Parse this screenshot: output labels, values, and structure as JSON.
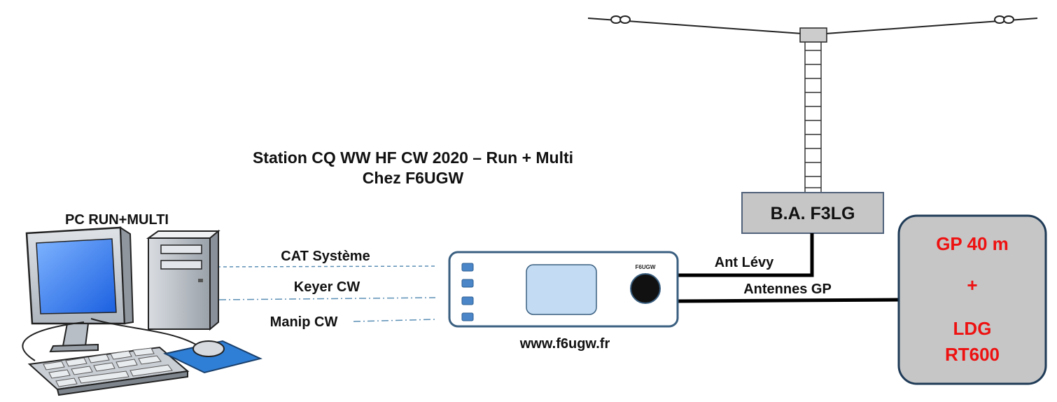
{
  "title": {
    "line1": "Station CQ WW HF CW 2020 – Run + Multi",
    "line2": "Chez F6UGW"
  },
  "pc": {
    "label": "PC RUN+MULTI"
  },
  "links": {
    "cat": "CAT Système",
    "keyer": "Keyer CW",
    "manip": "Manip CW",
    "ant_levy": "Ant Lévy",
    "antennes_gp": "Antennes GP"
  },
  "radio": {
    "brand": "F6UGW",
    "url": "www.f6ugw.fr"
  },
  "tuner": {
    "label": "B.A. F3LG"
  },
  "gp_box": {
    "line1": "GP 40 m",
    "line2": "+",
    "line3": "LDG",
    "line4": "RT600"
  },
  "colors": {
    "link_dash": "#5b8fb5",
    "coax": "#000000",
    "gp_text": "#ee1111",
    "box_fill": "#c6c6c6",
    "gp_border": "#1f3b57",
    "radio_border": "#3a5f80",
    "button_blue": "#4a86c8",
    "screen_fill": "#c3dcf3"
  }
}
